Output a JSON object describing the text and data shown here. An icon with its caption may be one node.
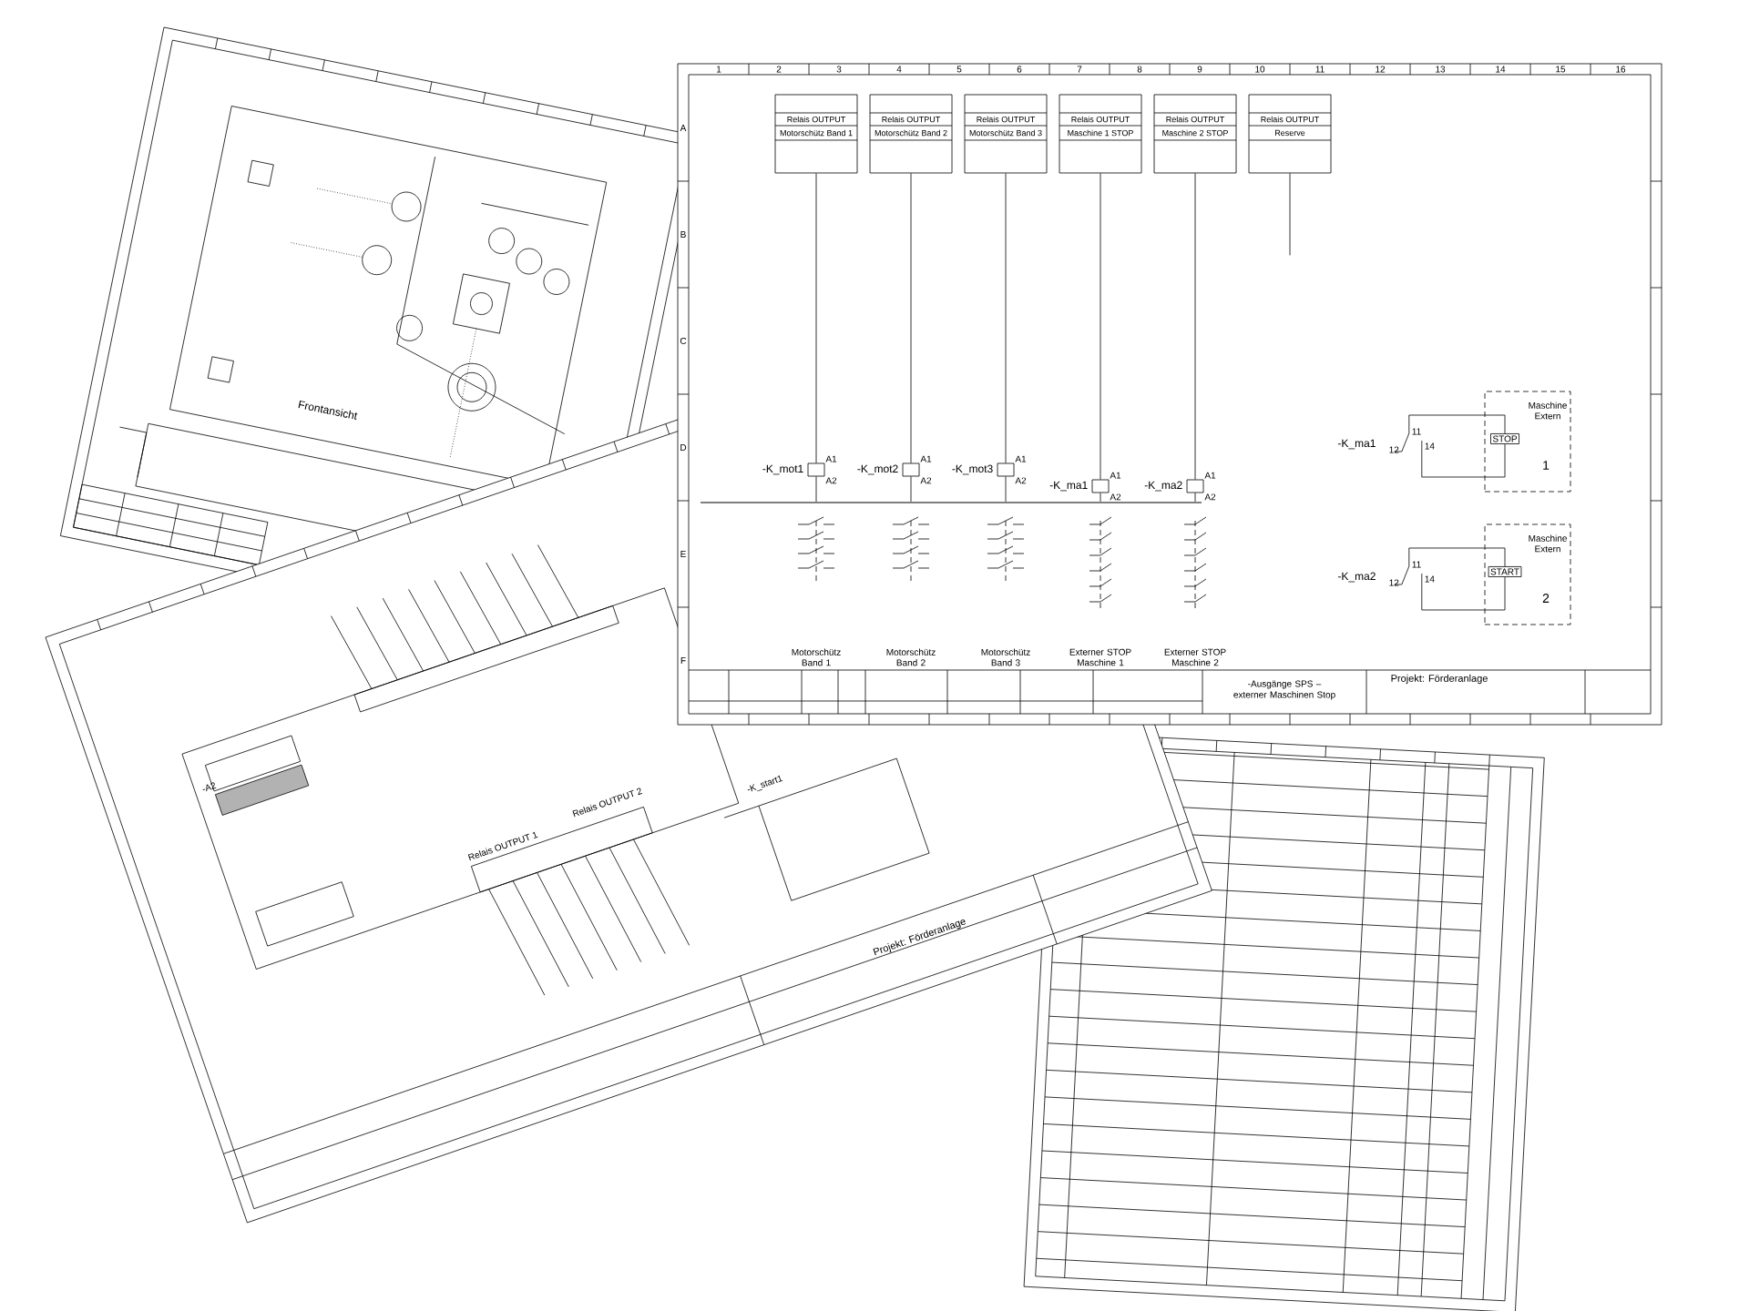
{
  "diagram": {
    "nodes": [
      {
        "text": [
          "Relais OUTPUT",
          "Motorschütz Band 1"
        ]
      },
      {
        "text": [
          "Relais OUTPUT",
          "Motorschütz Band 2"
        ]
      },
      {
        "text": [
          "Relais OUTPUT",
          "Motorschütz Band 3"
        ]
      },
      {
        "text": [
          "Relais OUTPUT",
          "Maschine 1 STOP"
        ]
      },
      {
        "text": [
          "Relais OUTPUT",
          "Maschine 2 STOP"
        ]
      },
      {
        "text": [
          "Relais OUTPUT",
          "Reserve"
        ]
      },
      {
        "text": [],
        "shape": "box",
        "beside": [
          "-K_mot1",
          "A1",
          "A2"
        ]
      },
      {
        "text": [],
        "shape": "box",
        "beside": [
          "-K_mot2",
          "A1",
          "A2"
        ]
      },
      {
        "text": [],
        "shape": "box",
        "beside": [
          "-K_mot3",
          "A1",
          "A2"
        ]
      },
      {
        "text": [],
        "shape": "box",
        "beside": [
          "-K_ma1",
          "A1",
          "A2"
        ]
      },
      {
        "text": [],
        "shape": "box",
        "beside": [
          "-K_ma2",
          "A1",
          "A2"
        ]
      },
      {
        "text": [
          "Maschine Extern",
          "1"
        ]
      },
      {
        "text": [
          "STOP"
        ],
        "in": 11
      },
      {
        "text": [
          "Maschine Extern",
          "2"
        ]
      },
      {
        "text": [
          "START"
        ],
        "in": 13
      },
      {
        "text": [
          "-K_ma1",
          "11",
          "12",
          "14"
        ]
      },
      {
        "text": [
          "-K_ma2",
          "11",
          "12",
          "14"
        ]
      },
      {
        "text": [],
        "shape": "bar"
      }
    ],
    "edges": [
      {
        "from": 0,
        "to": 6,
        "arrow": "none"
      },
      {
        "from": 1,
        "to": 7,
        "arrow": "none"
      },
      {
        "from": 2,
        "to": 8,
        "arrow": "none"
      },
      {
        "from": 3,
        "to": 9,
        "arrow": "none"
      },
      {
        "from": 4,
        "to": 10,
        "arrow": "none"
      },
      {
        "from": 5,
        "to": null,
        "arrow": "none"
      },
      {
        "from": 15,
        "to": 12,
        "arrow": "none"
      },
      {
        "from": 15,
        "to": 12,
        "arrow": "none"
      },
      {
        "from": 16,
        "to": 14,
        "arrow": "none"
      },
      {
        "from": 16,
        "to": 14,
        "arrow": "none"
      },
      {
        "from": 6,
        "to": 17,
        "arrow": "none"
      },
      {
        "from": 7,
        "to": 17,
        "arrow": "none"
      },
      {
        "from": 8,
        "to": 17,
        "arrow": "none"
      },
      {
        "from": 9,
        "to": 17,
        "arrow": "none"
      },
      {
        "from": 10,
        "to": 17,
        "arrow": "none"
      }
    ],
    "labels": [
      "1",
      "2",
      "3",
      "4",
      "5",
      "6",
      "7",
      "8",
      "9",
      "10",
      "11",
      "12",
      "13",
      "14",
      "15",
      "16",
      "A",
      "B",
      "C",
      "D",
      "E",
      "F",
      "Motorschütz Band 1",
      "Motorschütz Band 2",
      "Motorschütz Band 3",
      "Externer STOP Maschine 1",
      "Externer STOP Maschine 2",
      "-Ausgänge SPS – externer Maschinen Stop",
      "Projekt: Förderanlage",
      "Frontansicht",
      "-A2",
      "Relais OUTPUT 1",
      "Relais OUTPUT 2",
      "-K_start1",
      "Projekt: Förderanlage"
    ]
  }
}
